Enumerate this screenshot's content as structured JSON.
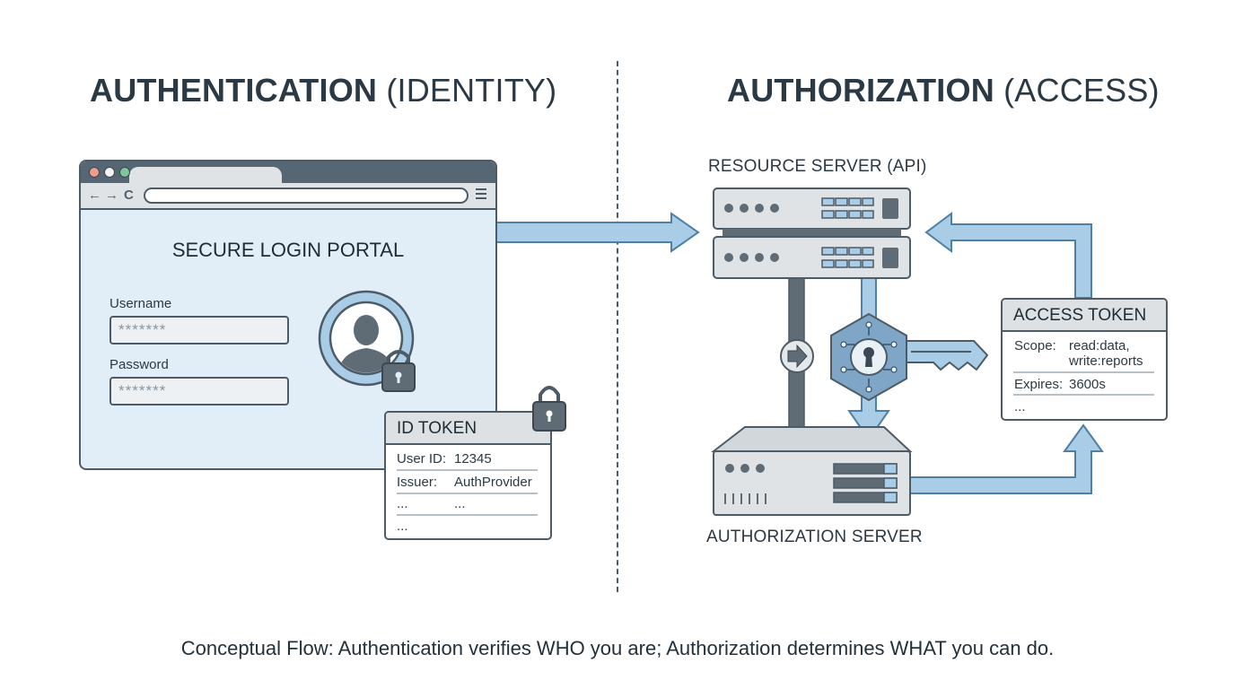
{
  "left_heading": {
    "strong": "AUTHENTICATION",
    "light": "(IDENTITY)"
  },
  "right_heading": {
    "strong": "AUTHORIZATION",
    "light": "(ACCESS)"
  },
  "browser": {
    "nav_back": "←",
    "nav_forward": "→",
    "nav_reload": "C",
    "portal_title": "SECURE LOGIN PORTAL",
    "username_label": "Username",
    "username_value": "*******",
    "password_label": "Password",
    "password_value": "*******"
  },
  "id_token": {
    "title": "ID TOKEN",
    "user_id_label": "User ID:",
    "user_id_value": "12345",
    "issuer_label": "Issuer:",
    "issuer_value": "AuthProvider",
    "ellipsis_1": "...",
    "ellipsis_2": "...",
    "ellipsis_3": "..."
  },
  "resource_server_label": "RESOURCE SERVER (API)",
  "authorization_server_label": "AUTHORIZATION SERVER",
  "access_token": {
    "title": "ACCESS TOKEN",
    "scope_label": "Scope:",
    "scope_value_1": "read:data,",
    "scope_value_2": "write:reports",
    "expires_label": "Expires:",
    "expires_value": "3600s",
    "ellipsis": "..."
  },
  "caption": "Conceptual Flow: Authentication verifies WHO you are; Authorization determines WHAT you can do.",
  "colors": {
    "outline": "#4d5b66",
    "arrow_fill": "#a9cde6",
    "arrow_stroke": "#4f7fa3",
    "panel_fill": "#e2eef7",
    "server_fill": "#dfe3e6",
    "connector_dark": "#5f6c76"
  },
  "icons": [
    "user-avatar-icon",
    "padlock-icon",
    "hexagon-lock-icon",
    "key-icon",
    "forward-arrow-icon",
    "menu-icon"
  ]
}
